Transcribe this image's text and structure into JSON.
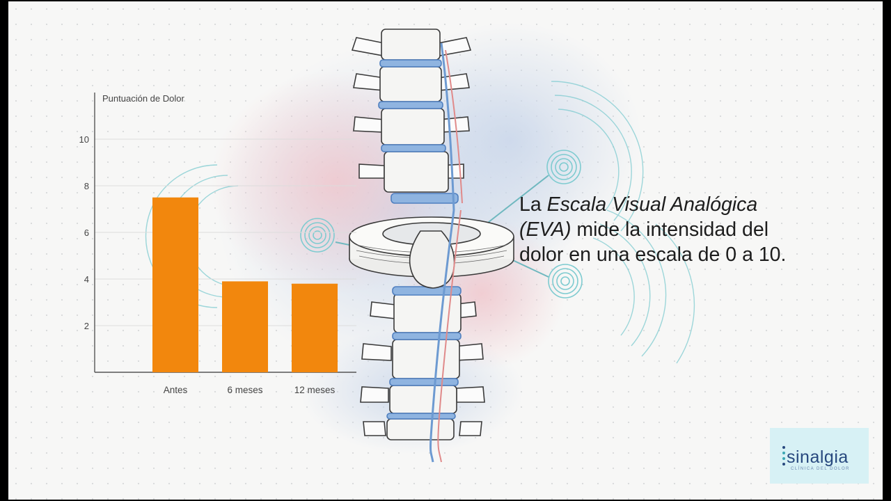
{
  "chart_data": {
    "type": "bar",
    "title": "",
    "ylabel": "Puntuación de Dolor",
    "xlabel": "",
    "categories": [
      "Antes",
      "6 meses",
      "12 meses"
    ],
    "values": [
      7.5,
      3.9,
      3.8
    ],
    "ylim": [
      0,
      12
    ],
    "yticks": [
      2,
      4,
      6,
      8,
      10
    ],
    "grid": true,
    "bar_color": "#f2870d"
  },
  "caption": {
    "part1": "La ",
    "emphasis1": "Escala Visual Analógica (EVA)",
    "part2": " mide la intensidad del dolor en una escala de 0 a 10."
  },
  "logo": {
    "word": "sinalgia",
    "subtitle": "CLÍNICA DEL DOLOR"
  },
  "colors": {
    "accent_teal": "#7ecbd0",
    "logo_blue": "#27487e",
    "spine_blue": "#6d9ad1"
  }
}
